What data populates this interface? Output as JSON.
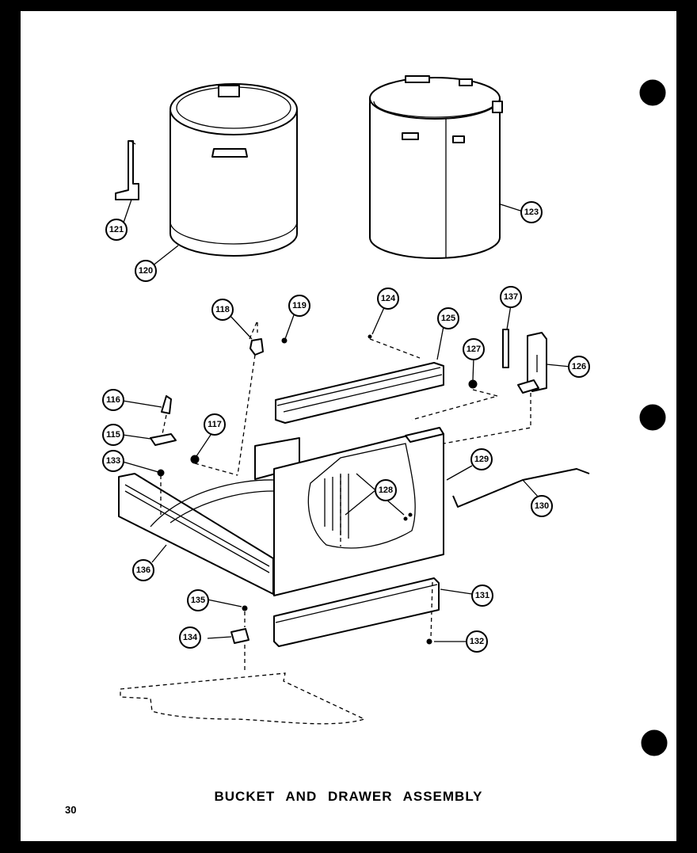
{
  "caption": "BUCKET AND DRAWER ASSEMBLY",
  "page_number": "30",
  "callouts": [
    "120",
    "121",
    "123",
    "118",
    "119",
    "124",
    "125",
    "137",
    "127",
    "126",
    "116",
    "117",
    "115",
    "133",
    "128",
    "129",
    "130",
    "136",
    "135",
    "131",
    "134",
    "132"
  ]
}
